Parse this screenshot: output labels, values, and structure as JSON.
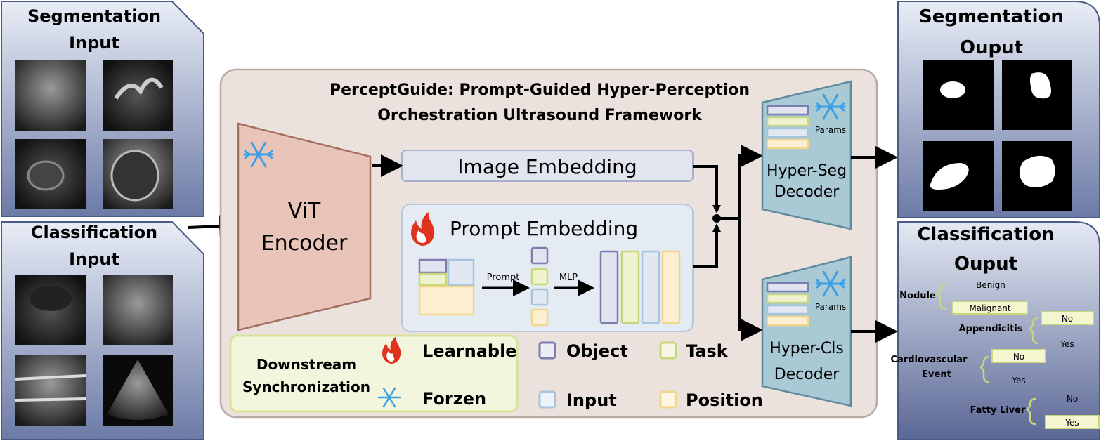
{
  "framework": {
    "title_line1": "PerceptGuide: Prompt-Guided Hyper-Perception",
    "title_line2": "Orchestration Ultrasound Framework"
  },
  "seg_input": {
    "line1": "Segmentation",
    "line2": "Input"
  },
  "cls_input": {
    "line1": "Classification",
    "line2": "Input"
  },
  "seg_output": {
    "line1": "Segmentation",
    "line2": "Ouput"
  },
  "cls_output": {
    "line1": "Classification",
    "line2": "Ouput"
  },
  "encoder": {
    "line1": "ViT",
    "line2": "Encoder"
  },
  "image_embedding": "Image Embedding",
  "prompt_embedding": "Prompt Embedding",
  "arrow_labels": {
    "prompt": "Prompt",
    "mlp": "MLP"
  },
  "seg_decoder": {
    "line1": "Hyper-Seg",
    "line2": "Decoder",
    "params": "Params"
  },
  "cls_decoder": {
    "line1": "Hyper-Cls",
    "line2": "Decoder",
    "params": "Params"
  },
  "legend": {
    "downstream_line1": "Downstream",
    "downstream_line2": "Synchronization",
    "learnable": "Learnable",
    "frozen": "Forzen",
    "object": "Object",
    "task": "Task",
    "input": "Input",
    "position": "Position"
  },
  "colors": {
    "object": "#7a7fb0",
    "task": "#c9d77a",
    "input": "#a8c4dc",
    "position": "#f3d58a"
  },
  "classification_tree": {
    "nodule": {
      "name": "Nodule",
      "options": [
        "Benign",
        "Malignant"
      ]
    },
    "appendicitis": {
      "name": "Appendicitis",
      "options": [
        "No",
        "Yes"
      ]
    },
    "cardiovascular": {
      "name_line1": "Cardiovascular",
      "name_line2": "Event",
      "options": [
        "No",
        "Yes"
      ]
    },
    "fatty_liver": {
      "name": "Fatty Liver",
      "options": [
        "No",
        "Yes"
      ]
    }
  }
}
